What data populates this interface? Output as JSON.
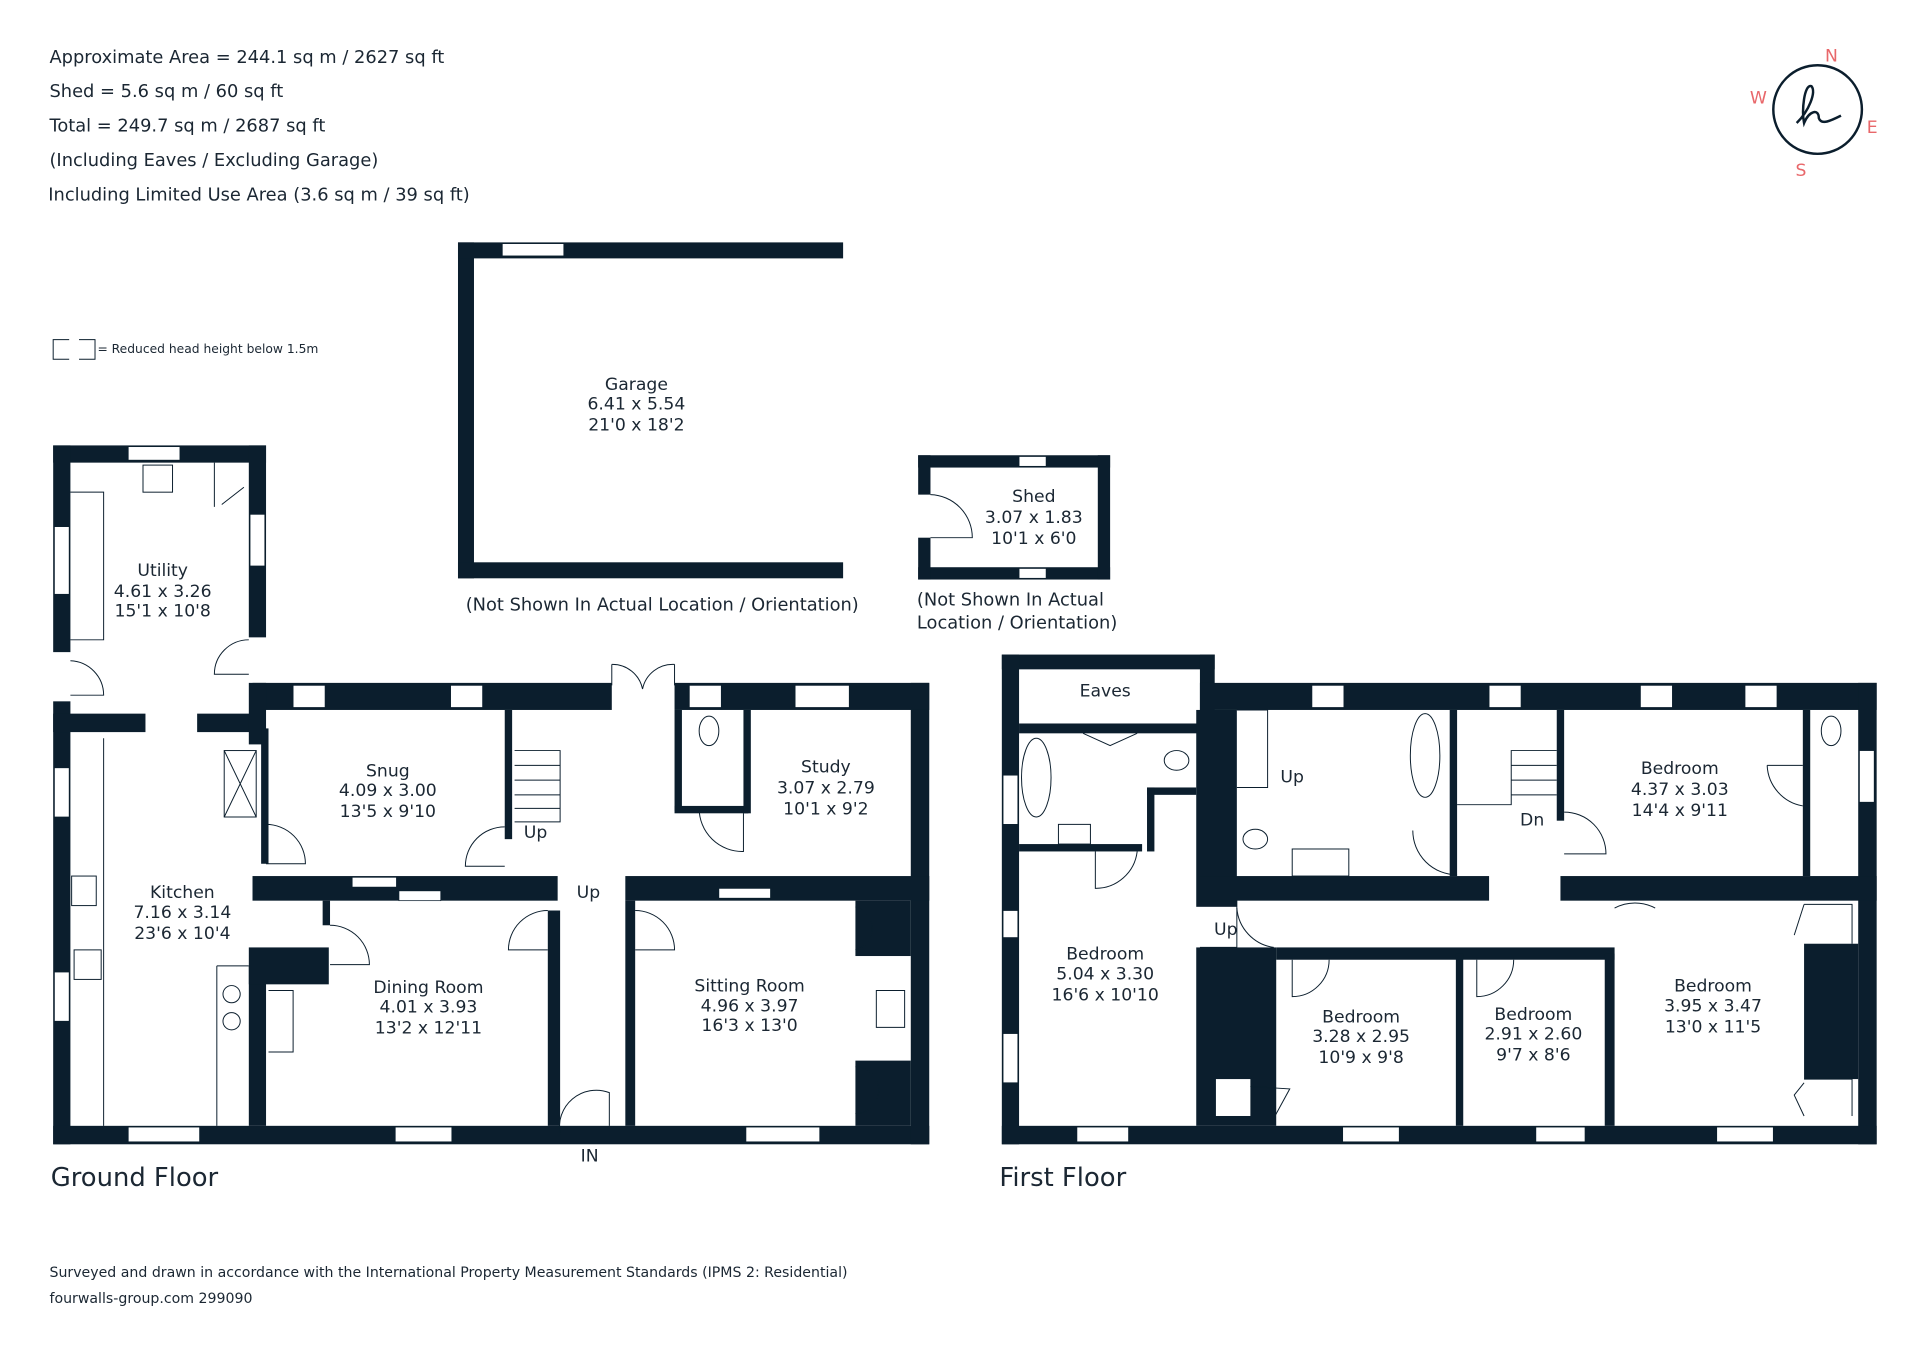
{
  "header": {
    "lines": [
      "Approximate Area = 244.1 sq m / 2627 sq ft",
      "Shed = 5.6 sq m / 60 sq ft",
      "Total = 249.7 sq m / 2687 sq ft",
      "(Including Eaves / Excluding Garage)",
      "Including Limited Use Area (3.6 sq m / 39 sq ft)"
    ]
  },
  "legend": {
    "reduced_head_height": "= Reduced head height below 1.5m"
  },
  "compass": {
    "n": "N",
    "e": "E",
    "s": "S",
    "w": "W",
    "accent_color": "#e8676a",
    "icon": "compass-logo-icon"
  },
  "garage": {
    "name": "Garage",
    "metric": "6.41 x 5.54",
    "imperial": "21'0 x 18'2",
    "note": "(Not Shown In Actual Location / Orientation)"
  },
  "shed": {
    "name": "Shed",
    "metric": "3.07 x 1.83",
    "imperial": "10'1 x 6'0",
    "note_line1": "(Not Shown In Actual",
    "note_line2": "Location / Orientation)"
  },
  "ground_floor": {
    "title": "Ground Floor",
    "rooms": [
      {
        "name": "Utility",
        "metric": "4.61 x 3.26",
        "imperial": "15'1 x 10'8"
      },
      {
        "name": "Snug",
        "metric": "4.09 x 3.00",
        "imperial": "13'5 x 9'10"
      },
      {
        "name": "Study",
        "metric": "3.07 x 2.79",
        "imperial": "10'1 x 9'2"
      },
      {
        "name": "Kitchen",
        "metric": "7.16 x 3.14",
        "imperial": "23'6 x 10'4"
      },
      {
        "name": "Dining Room",
        "metric": "4.01 x 3.93",
        "imperial": "13'2 x 12'11"
      },
      {
        "name": "Sitting Room",
        "metric": "4.96 x 3.97",
        "imperial": "16'3 x 13'0"
      }
    ],
    "labels": {
      "up1": "Up",
      "up2": "Up",
      "entrance": "IN"
    }
  },
  "first_floor": {
    "title": "First Floor",
    "eaves": "Eaves",
    "rooms": [
      {
        "name": "Bedroom",
        "metric": "4.37 x 3.03",
        "imperial": "14'4 x 9'11"
      },
      {
        "name": "Bedroom",
        "metric": "5.04 x 3.30",
        "imperial": "16'6 x 10'10"
      },
      {
        "name": "Bedroom",
        "metric": "3.28 x 2.95",
        "imperial": "10'9 x 9'8"
      },
      {
        "name": "Bedroom",
        "metric": "2.91 x 2.60",
        "imperial": "9'7 x 8'6"
      },
      {
        "name": "Bedroom",
        "metric": "3.95 x 3.47",
        "imperial": "13'0 x 11'5"
      }
    ],
    "labels": {
      "up1": "Up",
      "up2": "Up",
      "down": "Dn"
    }
  },
  "footer": {
    "standard": "Surveyed and drawn in accordance with the International Property Measurement Standards (IPMS 2: Residential)",
    "ref": "fourwalls-group.com 299090"
  },
  "colors": {
    "walls": "#0b1e2d",
    "text": "#1b2733",
    "compass": "#e8676a"
  }
}
